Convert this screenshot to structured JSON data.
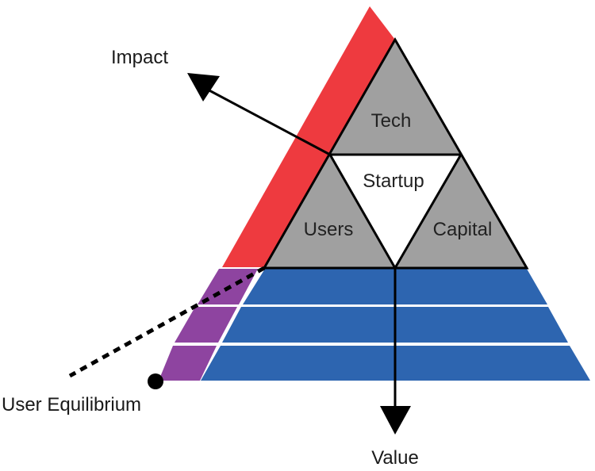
{
  "labels": {
    "impact": "Impact",
    "value": "Value",
    "user_equilibrium": "User Equilibrium",
    "tech": "Tech",
    "startup": "Startup",
    "users": "Users",
    "capital": "Capital"
  },
  "colors": {
    "red_band": "#ee3a3f",
    "purple_band": "#8e44a0",
    "blue_layers": "#2d65b0",
    "gray_triangles": "#a0a0a0",
    "center_triangle": "#ffffff",
    "outline": "#000000"
  }
}
